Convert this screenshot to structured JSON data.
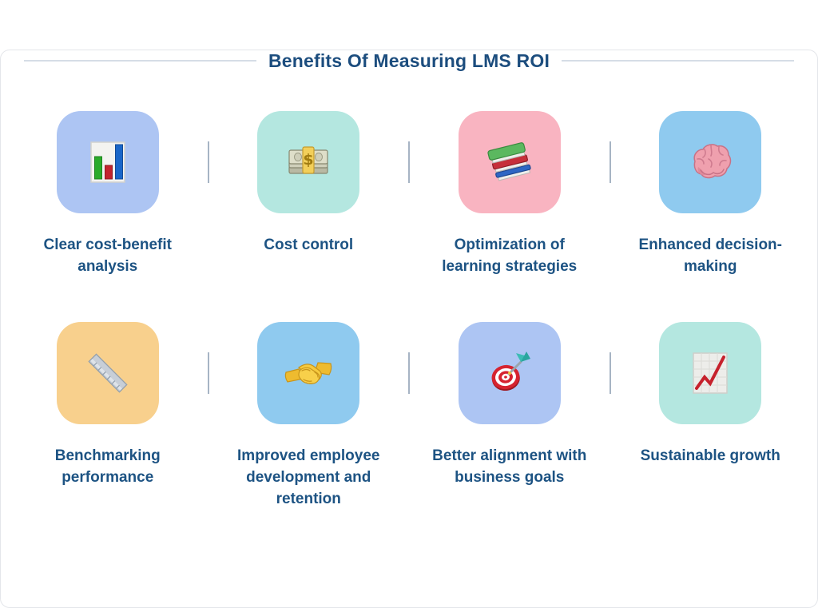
{
  "title": "Benefits Of Measuring LMS ROI",
  "colors": {
    "background": "#ffffff",
    "frame_border": "#e4e6ea",
    "title_text": "#1c4d7e",
    "label_text": "#1d5383",
    "title_line": "#d6dde6",
    "divider": "#a6b4c4"
  },
  "tiles": [
    {
      "label": "Clear cost-benefit analysis",
      "icon": "bar-chart-icon",
      "bg": "#adc5f3"
    },
    {
      "label": "Cost control",
      "icon": "money-icon",
      "bg": "#b4e7e0"
    },
    {
      "label": "Optimization of learning strategies",
      "icon": "books-icon",
      "bg": "#f9b4c1"
    },
    {
      "label": "Enhanced decision-making",
      "icon": "brain-icon",
      "bg": "#8fcaef"
    },
    {
      "label": "Benchmarking performance",
      "icon": "ruler-icon",
      "bg": "#f8d08d"
    },
    {
      "label": "Improved employee development and retention",
      "icon": "handshake-icon",
      "bg": "#8fcaef"
    },
    {
      "label": "Better alignment with business goals",
      "icon": "target-dart-icon",
      "bg": "#adc5f3"
    },
    {
      "label": "Sustainable growth",
      "icon": "chart-up-icon",
      "bg": "#b4e7e0"
    }
  ]
}
